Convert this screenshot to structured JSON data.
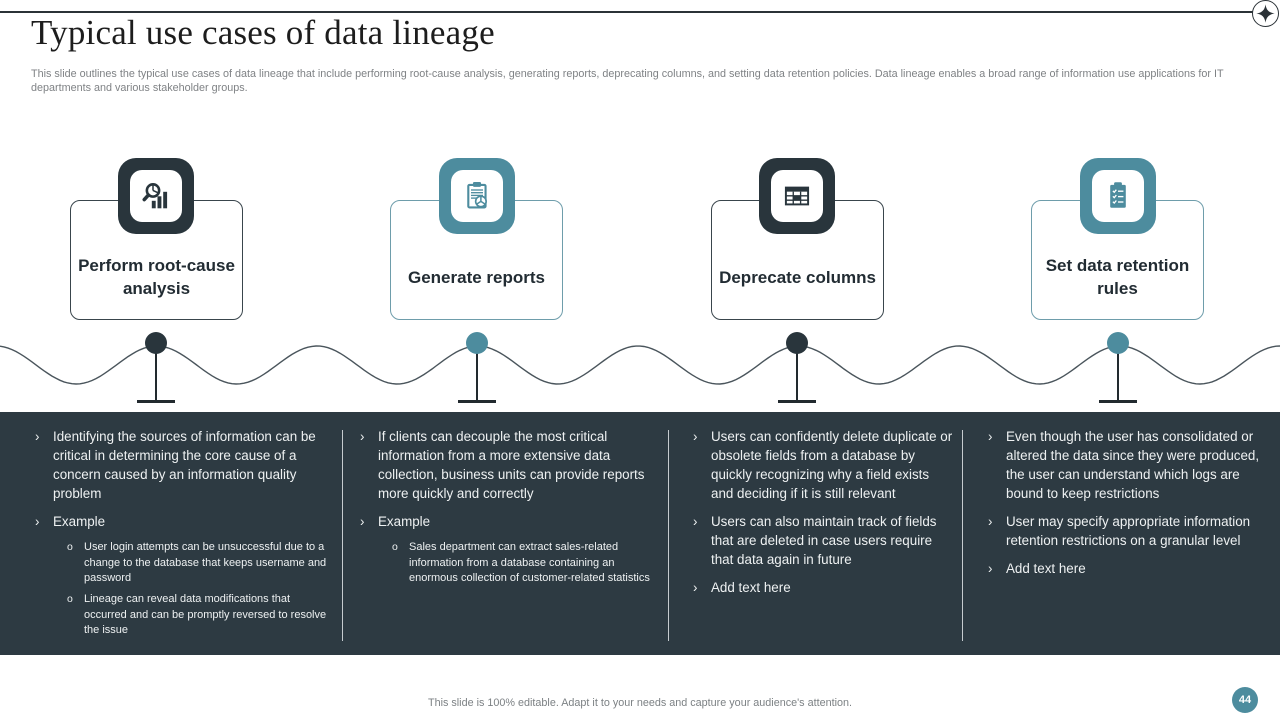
{
  "header": {
    "title": "Typical use cases of data lineage",
    "subtitle": "This slide outlines the typical use cases of data lineage that include performing root-cause analysis, generating reports, deprecating columns, and setting data retention policies. Data lineage enables a broad range of information use applications for IT departments and various stakeholder groups."
  },
  "bullets": {
    "l1": "›",
    "l2": "o"
  },
  "colors": {
    "teal": "#4d8c9e",
    "dark": "#29353c",
    "panel": "#2d3a42"
  },
  "cards": [
    {
      "title": "Perform root-cause analysis",
      "accent": "dark",
      "icon": "magnifier-bar-chart"
    },
    {
      "title": "Generate reports",
      "accent": "teal",
      "icon": "report-clipboard"
    },
    {
      "title": "Deprecate columns",
      "accent": "dark",
      "icon": "table-columns"
    },
    {
      "title": "Set data retention rules",
      "accent": "teal",
      "icon": "checklist-clipboard"
    }
  ],
  "columns": [
    {
      "items": [
        {
          "level": 1,
          "text": "Identifying the sources of information can be critical in determining the core cause of a concern caused by an information quality problem"
        },
        {
          "level": 1,
          "text": "Example"
        },
        {
          "level": 2,
          "text": "User login attempts can be unsuccessful due to a change to the database that keeps username and password"
        },
        {
          "level": 2,
          "text": "Lineage can reveal data modifications that occurred and can be promptly reversed to resolve the issue"
        }
      ]
    },
    {
      "items": [
        {
          "level": 1,
          "text": "If clients can decouple the most critical information from a more extensive data collection, business units can provide reports more quickly and correctly"
        },
        {
          "level": 1,
          "text": "Example"
        },
        {
          "level": 2,
          "text": "Sales department can extract sales-related information from a database containing an enormous collection of customer-related statistics"
        }
      ]
    },
    {
      "items": [
        {
          "level": 1,
          "text": "Users can confidently delete duplicate or obsolete fields from a database by quickly recognizing why a field exists and deciding if it is still relevant"
        },
        {
          "level": 1,
          "text": "Users can also maintain track of fields that are deleted in case users require that data again in future"
        },
        {
          "level": 1,
          "text": "Add text here"
        }
      ]
    },
    {
      "items": [
        {
          "level": 1,
          "text": "Even though the user has consolidated or altered the data since they were produced, the user can understand which logs are bound to keep restrictions"
        },
        {
          "level": 1,
          "text": "User may specify appropriate information retention restrictions on a granular level"
        },
        {
          "level": 1,
          "text": "Add text here"
        }
      ]
    }
  ],
  "footer": {
    "note": "This slide is 100% editable. Adapt it to your needs and capture your audience's attention.",
    "page_number": "44"
  }
}
